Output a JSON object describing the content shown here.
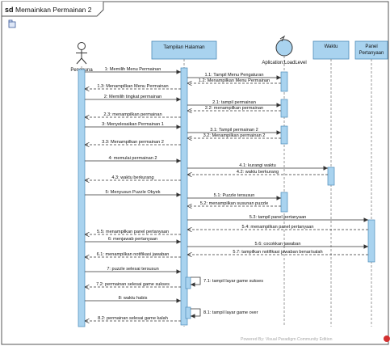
{
  "frame": {
    "keyword": "sd",
    "title": "Memainkan Permainan 2",
    "corner_icon": "package-icon"
  },
  "lifelines": [
    {
      "id": "actor",
      "label": "Pengguna",
      "kind": "actor"
    },
    {
      "id": "view",
      "label": "Tampilan Halaman",
      "kind": "boundary-box"
    },
    {
      "id": "ctrl",
      "label": "Aplication.LoadLevel",
      "kind": "control"
    },
    {
      "id": "timer",
      "label": "Waktu",
      "kind": "box"
    },
    {
      "id": "panel",
      "label": "Panel Pertanyaan",
      "kind": "box"
    }
  ],
  "messages": [
    {
      "from": "actor",
      "to": "view",
      "label": "1: Memilih Menu Permainan",
      "type": "sync"
    },
    {
      "from": "view",
      "to": "ctrl",
      "label": "1.1: Tampil Menu Pengaturan",
      "type": "sync"
    },
    {
      "from": "ctrl",
      "to": "view",
      "label": "1.2: Menampilkan Menu Permainan",
      "type": "return"
    },
    {
      "from": "view",
      "to": "actor",
      "label": "1.3: Menampilkan Menu Permainan",
      "type": "return"
    },
    {
      "from": "actor",
      "to": "view",
      "label": "2: Memilih tingkat permainan",
      "type": "sync"
    },
    {
      "from": "view",
      "to": "ctrl",
      "label": "2.1: tampil permainan",
      "type": "sync"
    },
    {
      "from": "ctrl",
      "to": "view",
      "label": "2.2: menampilkan permainan",
      "type": "return"
    },
    {
      "from": "view",
      "to": "actor",
      "label": "2.3: menampilkan permainan",
      "type": "return"
    },
    {
      "from": "actor",
      "to": "view",
      "label": "3: Menyelesaikan Permainan 1",
      "type": "sync"
    },
    {
      "from": "view",
      "to": "ctrl",
      "label": "3.1: Tampil permainan 2",
      "type": "sync"
    },
    {
      "from": "ctrl",
      "to": "view",
      "label": "3.2: Menampilkan permainan 2",
      "type": "return"
    },
    {
      "from": "view",
      "to": "actor",
      "label": "3.3: Menampilkan permainan 2",
      "type": "return"
    },
    {
      "from": "actor",
      "to": "view",
      "label": "4: memulai permainan 2",
      "type": "sync"
    },
    {
      "from": "view",
      "to": "timer",
      "label": "4.1: kurangi waktu",
      "type": "sync"
    },
    {
      "from": "timer",
      "to": "view",
      "label": "4.2: waktu berkurang",
      "type": "return"
    },
    {
      "from": "view",
      "to": "actor",
      "label": "4.3: waktu berkurang",
      "type": "return"
    },
    {
      "from": "actor",
      "to": "view",
      "label": "5: Menyusun Puzzle Obyek",
      "type": "sync"
    },
    {
      "from": "view",
      "to": "ctrl",
      "label": "5.1: Puzzle tersusun",
      "type": "sync"
    },
    {
      "from": "ctrl",
      "to": "view",
      "label": "5.2: menampilkan susunan puzzle",
      "type": "return"
    },
    {
      "from": "view",
      "to": "panel",
      "label": "5.3: tampil panel pertanyaan",
      "type": "sync"
    },
    {
      "from": "panel",
      "to": "view",
      "label": "5.4: menampilkan panel pertanyaan",
      "type": "return"
    },
    {
      "from": "view",
      "to": "actor",
      "label": "5.5: menampilkan panel pertanyaan",
      "type": "return"
    },
    {
      "from": "actor",
      "to": "view",
      "label": "6: menjawab pertanyaan",
      "type": "sync"
    },
    {
      "from": "view",
      "to": "panel",
      "label": "5.6: cocokkan jawaban",
      "type": "sync"
    },
    {
      "from": "panel",
      "to": "view",
      "label": "5.7: tampilkan notifikasi jawaban benar/salah",
      "type": "return"
    },
    {
      "from": "view",
      "to": "actor",
      "label": "6.1: menampilkan notifikasi jawaban",
      "type": "return"
    },
    {
      "from": "actor",
      "to": "view",
      "label": "7: puzzle selesai tersusun",
      "type": "sync"
    },
    {
      "from": "view",
      "to": "view",
      "label": "7.1: tampil layar game sukses",
      "type": "self"
    },
    {
      "from": "view",
      "to": "actor",
      "label": "7.2: permainan selesai game sukses",
      "type": "return"
    },
    {
      "from": "actor",
      "to": "view",
      "label": "8: waktu habis",
      "type": "sync"
    },
    {
      "from": "view",
      "to": "view",
      "label": "8.1: tampil layar game over",
      "type": "self"
    },
    {
      "from": "view",
      "to": "actor",
      "label": "8.2: permainan selesai game kalah",
      "type": "return"
    }
  ],
  "watermark": "Powered By: Visual Paradigm Community Edition",
  "colors": {
    "lifeline_box": "#a9d3ef",
    "activation": "#a9d3ef",
    "frame_header": "#ffffff",
    "line": "#333333",
    "lifeline_dash": "#7f7f7f",
    "watermark": "#a8a8a8",
    "vp_logo": "#d32f2f"
  }
}
